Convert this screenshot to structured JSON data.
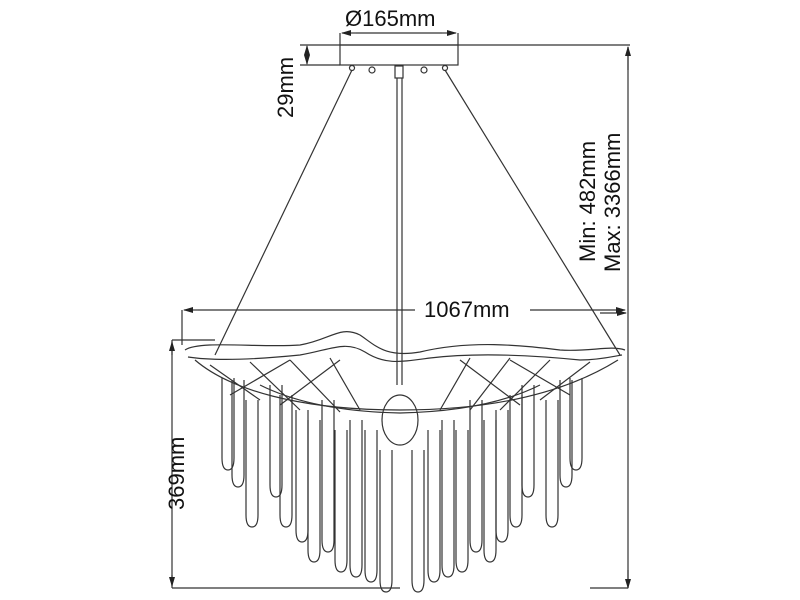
{
  "diagram": {
    "subject": "pendant chandelier dimension drawing",
    "line_color": "#333333",
    "dimensions": {
      "canopy_diameter": "Ø165mm",
      "canopy_height": "29mm",
      "overall_width": "1067mm",
      "body_height": "369mm",
      "drop_min": "Min: 482mm",
      "drop_max": "Max: 3366mm"
    }
  }
}
